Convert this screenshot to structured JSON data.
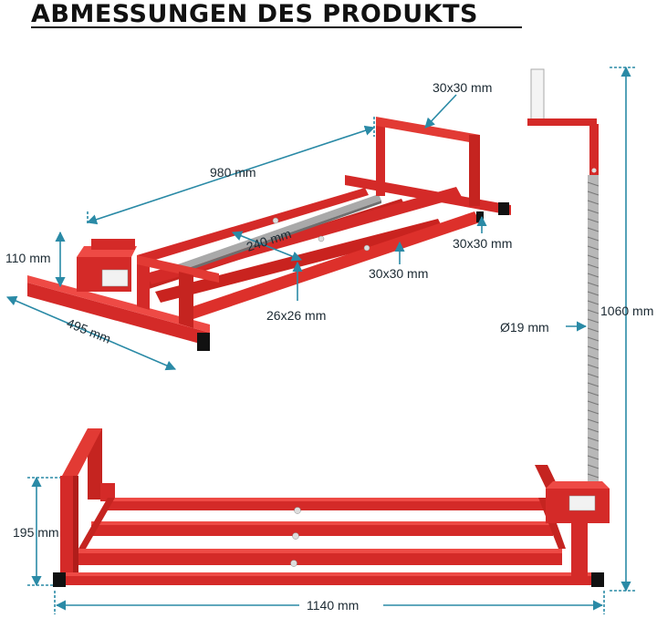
{
  "title": "ABMESSUNGEN DES PRODUKTS",
  "colors": {
    "frame": "#d42a28",
    "frame_dark": "#9c1714",
    "frame_light": "#ee4a45",
    "dimension_line": "#2a8aa6",
    "text": "#1c2a33"
  },
  "dimensions": {
    "top_tube": "30x30 mm",
    "length_top": "980 mm",
    "height_left": "110 mm",
    "inner": "240 mm",
    "right_tube": "30x30 mm",
    "mid_tube": "30x30 mm",
    "small_tube": "26x26 mm",
    "width": "495 mm",
    "diameter": "Ø19 mm",
    "total_height": "1060 mm",
    "side_height": "195 mm",
    "total_length": "1140 mm"
  }
}
